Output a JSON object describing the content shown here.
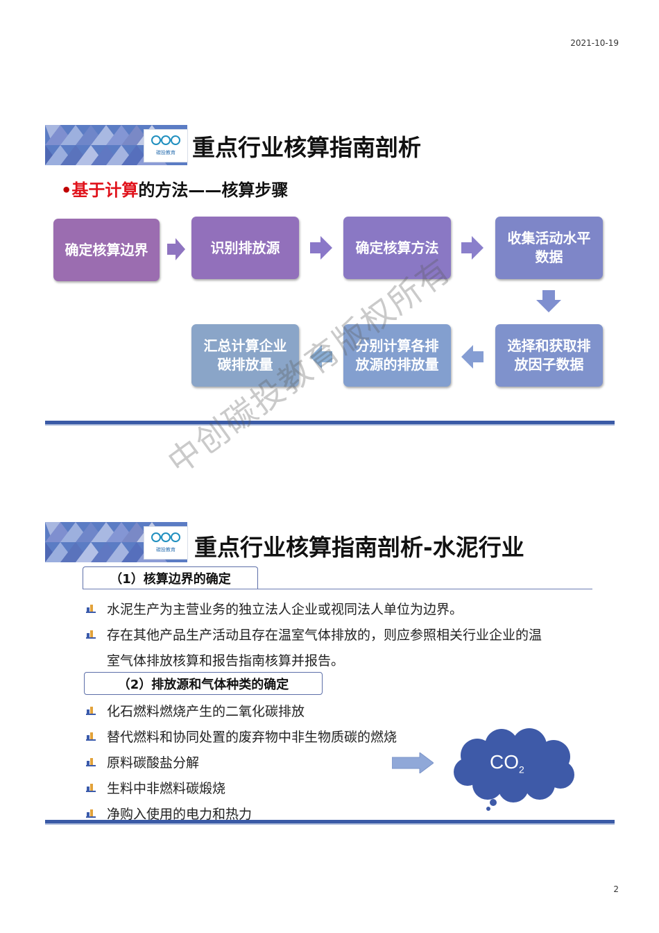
{
  "page": {
    "date": "2021-10-19",
    "page_number": "2"
  },
  "slide1": {
    "logo_text": "碳投教育",
    "title": "重点行业核算指南剖析",
    "subheading": {
      "bullet": "•",
      "red_part": "基于计算",
      "black_part": "的方法——核算步骤"
    },
    "steps": [
      "确定核算边界",
      "识别排放源",
      "确定核算方法",
      "收集活动水平数据",
      "选择和获取排放因子数据",
      "分别计算各排放源的排放量",
      "汇总计算企业碳排放量"
    ]
  },
  "slide2": {
    "logo_text": "碳投教育",
    "title": "重点行业核算指南剖析-水泥行业",
    "section1": {
      "heading": "（1）核算边界的确定",
      "items": [
        "水泥生产为主营业务的独立法人企业或视同法人单位为边界。",
        "存在其他产品生产活动且存在温室气体排放的，则应参照相关行业企业的温",
        "室气体排放核算和报告指南核算并报告。"
      ]
    },
    "section2": {
      "heading": "（2）排放源和气体种类的确定",
      "items": [
        "化石燃料燃烧产生的二氧化碳排放",
        "替代燃料和协同处置的废弃物中非生物质碳的燃烧",
        "原料碳酸盐分解",
        "生料中非燃料碳煅烧",
        "净购入使用的电力和热力"
      ]
    },
    "cloud_label": "CO",
    "cloud_sub": "2"
  },
  "watermark": "中创碳投教育版权所有",
  "colors": {
    "purple1": "#9c6fb0",
    "purple2": "#8b6fc0",
    "purple3": "#8a78c4",
    "blue_step": "#7e86c8",
    "steel": "#8aa5c8",
    "arrow_purple": "#8b78c8",
    "arrow_blue": "#8aaed5",
    "cloud": "#3e5aa8",
    "rule": "#3a5aa6"
  }
}
